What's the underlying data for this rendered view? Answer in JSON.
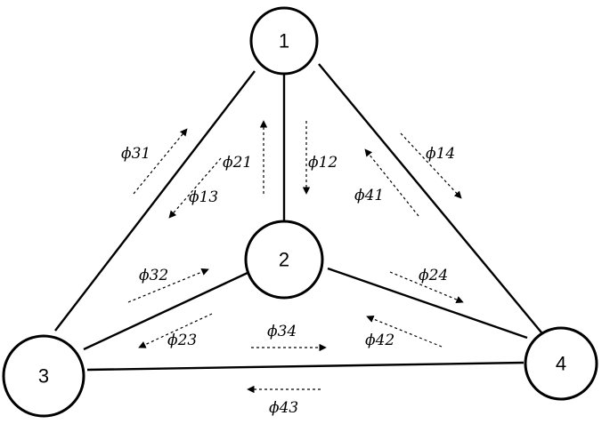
{
  "diagram": {
    "nodes": [
      {
        "id": "1",
        "label": "1"
      },
      {
        "id": "2",
        "label": "2"
      },
      {
        "id": "3",
        "label": "3"
      },
      {
        "id": "4",
        "label": "4"
      }
    ],
    "edges": [
      {
        "from": "1",
        "to": "2"
      },
      {
        "from": "1",
        "to": "3"
      },
      {
        "from": "1",
        "to": "4"
      },
      {
        "from": "2",
        "to": "3"
      },
      {
        "from": "2",
        "to": "4"
      },
      {
        "from": "3",
        "to": "4"
      }
    ],
    "flows": {
      "f12": "ϕ12",
      "f21": "ϕ21",
      "f13": "ϕ13",
      "f31": "ϕ31",
      "f14": "ϕ14",
      "f41": "ϕ41",
      "f23": "ϕ23",
      "f32": "ϕ32",
      "f24": "ϕ24",
      "f42": "ϕ42",
      "f34": "ϕ34",
      "f43": "ϕ43"
    },
    "colors": {
      "stroke": "#000000",
      "background": "#ffffff"
    }
  }
}
